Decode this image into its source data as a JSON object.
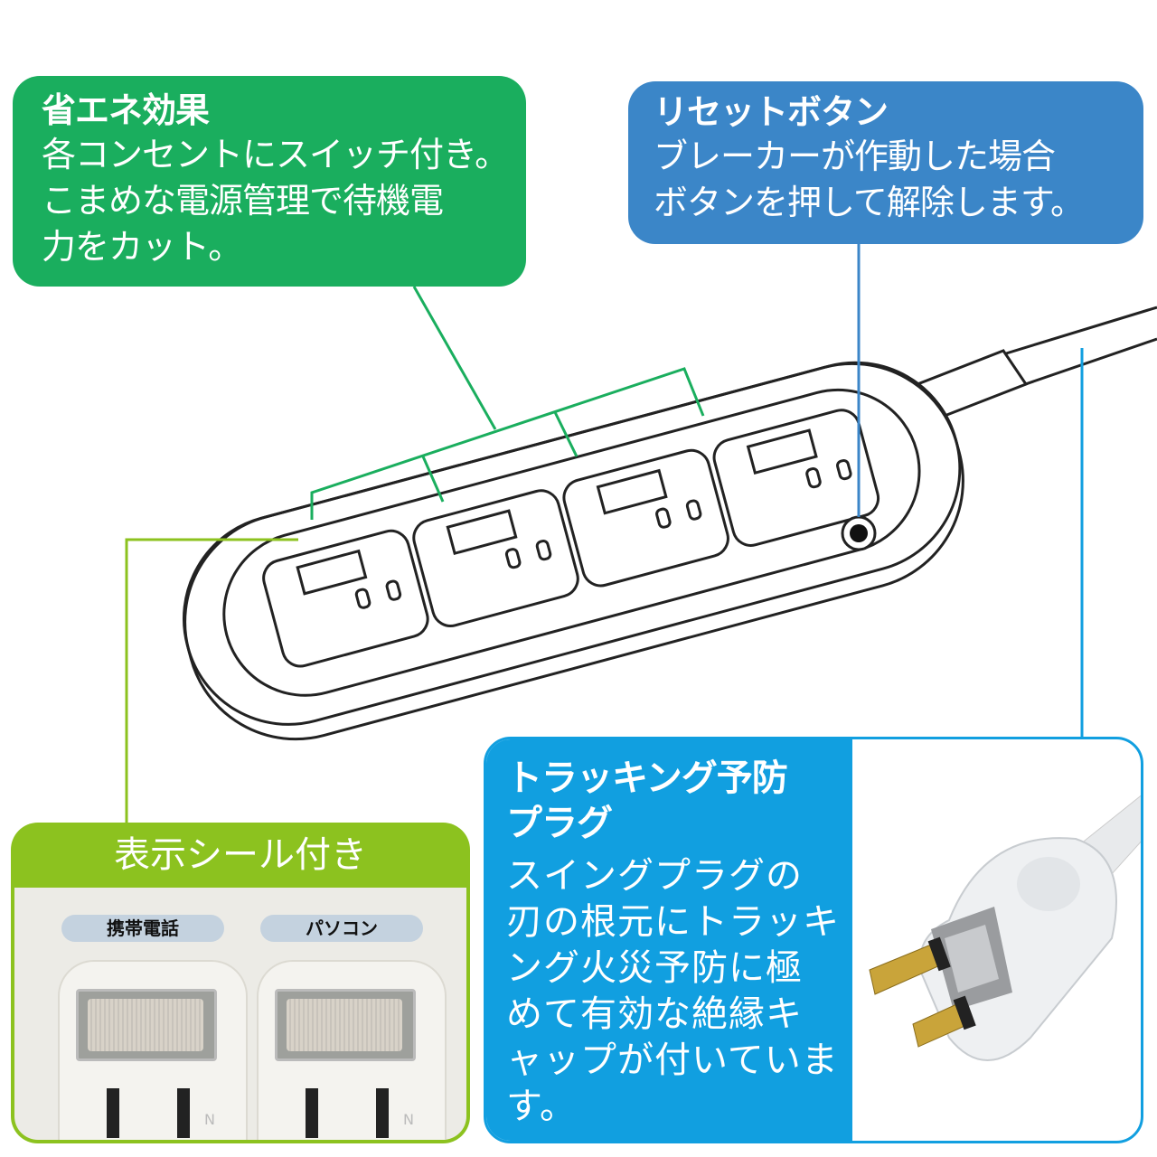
{
  "features": {
    "energy_saving": {
      "title": "省エネ効果",
      "lines": [
        "各コンセントにスイッチ付き。",
        "こまめな電源管理で待機電",
        "力をカット。"
      ]
    },
    "reset_button": {
      "title": "リセットボタン",
      "lines": [
        "ブレーカーが作動した場合",
        "ボタンを押して解除します。"
      ]
    },
    "label_sticker": {
      "title": "表示シール付き",
      "stickers": [
        "携帯電話",
        "パソコン"
      ],
      "outlet_mark": "N"
    },
    "tracking_plug": {
      "title_lines": [
        "トラッキング予防",
        "プラグ"
      ],
      "lines": [
        "スイングプラグの",
        "刃の根元にトラッキ",
        "ング火災予防に極",
        "めて有効な絶縁キ",
        "ャップが付いていま",
        "す。"
      ]
    }
  },
  "colors": {
    "green": "#1aae5e",
    "blue": "#3b86c8",
    "light_green": "#8cc21f",
    "cyan": "#119fe0"
  }
}
